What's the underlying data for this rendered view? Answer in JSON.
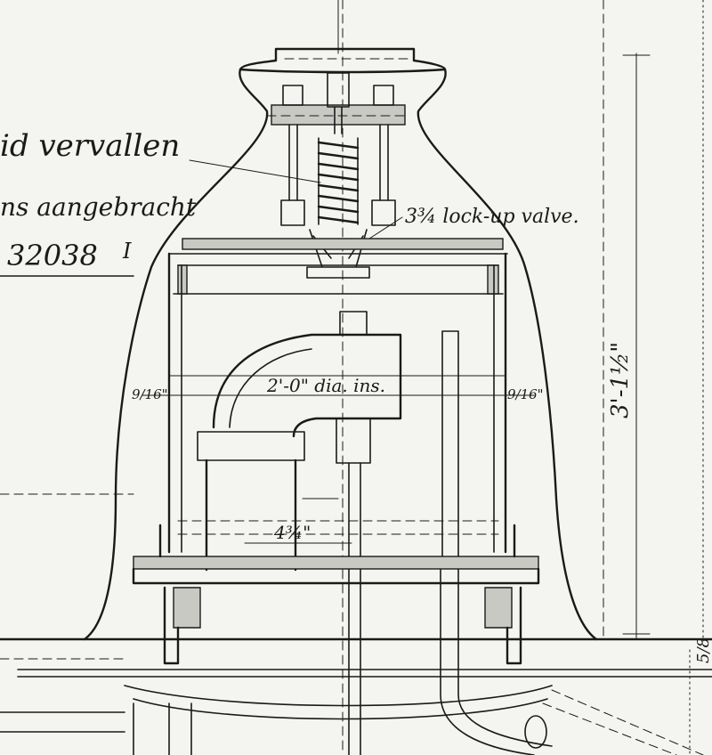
{
  "annotations": {
    "line1": "id vervallen",
    "line2": "ns aangebracht",
    "line3": "32038",
    "line3_suffix": "I",
    "valve_label": "3¾ lock-up valve.",
    "dia_label": "2'-0\" dia. ins.",
    "left_gap": "9/16\"",
    "right_gap": "9/16\"",
    "stem_dim": "4¾\"",
    "height_dim": "3'-1½\"",
    "base_dim": "5/8"
  },
  "colors": {
    "ink": "#1a1a1a",
    "paper": "#f4f4f0",
    "hatch": "#c9c9c4"
  }
}
